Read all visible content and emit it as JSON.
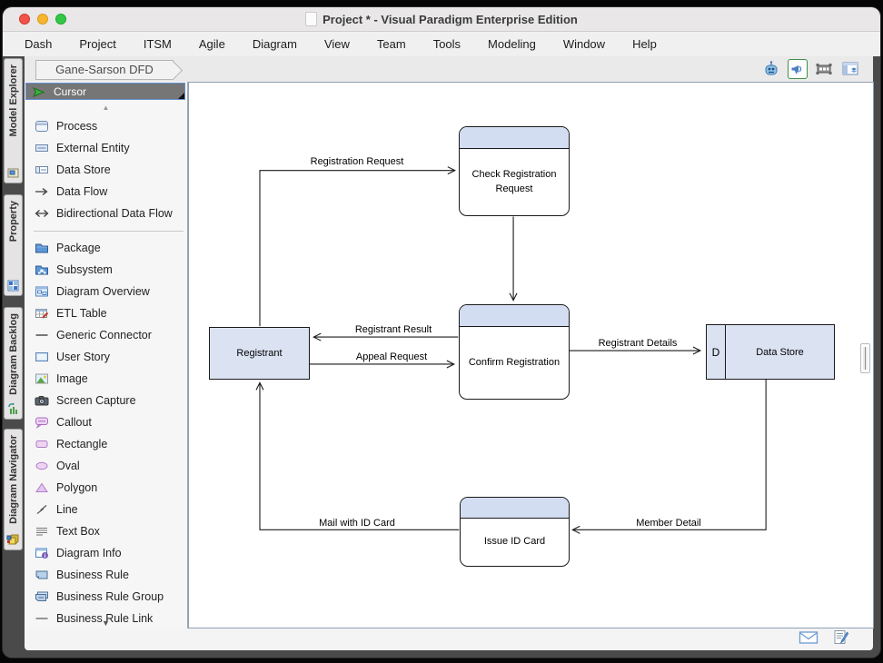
{
  "window": {
    "title": "Project * - Visual Paradigm Enterprise Edition"
  },
  "menu": {
    "items": [
      "Dash",
      "Project",
      "ITSM",
      "Agile",
      "Diagram",
      "View",
      "Team",
      "Tools",
      "Modeling",
      "Window",
      "Help"
    ]
  },
  "breadcrumb": {
    "diagram_name": "Gane-Sarson DFD"
  },
  "toolbar": {
    "icons": [
      "robot-assistant-icon",
      "announcement-icon",
      "presentation-frame-icon",
      "layout-panel-icon"
    ],
    "selected_icon": "announcement-icon"
  },
  "side_tabs": {
    "items": [
      {
        "label": "Model Explorer",
        "icon": "model-explorer-icon"
      },
      {
        "label": "Property",
        "icon": "property-grid-icon"
      },
      {
        "label": "Diagram Backlog",
        "icon": "diagram-backlog-icon"
      },
      {
        "label": "Diagram Navigator",
        "icon": "diagram-navigator-icon"
      }
    ]
  },
  "palette": {
    "cursor": {
      "label": "Cursor",
      "icon": "cursor-icon"
    },
    "items": [
      {
        "label": "Process",
        "icon": "process-icon"
      },
      {
        "label": "External Entity",
        "icon": "external-entity-icon"
      },
      {
        "label": "Data Store",
        "icon": "data-store-icon"
      },
      {
        "label": "Data Flow",
        "icon": "data-flow-icon"
      },
      {
        "label": "Bidirectional Data Flow",
        "icon": "bidirectional-data-flow-icon"
      },
      {
        "label": "Package",
        "icon": "package-icon"
      },
      {
        "label": "Subsystem",
        "icon": "subsystem-icon"
      },
      {
        "label": "Diagram Overview",
        "icon": "diagram-overview-icon"
      },
      {
        "label": "ETL Table",
        "icon": "etl-table-icon"
      },
      {
        "label": "Generic Connector",
        "icon": "generic-connector-icon"
      },
      {
        "label": "User Story",
        "icon": "user-story-icon"
      },
      {
        "label": "Image",
        "icon": "image-icon"
      },
      {
        "label": "Screen Capture",
        "icon": "screen-capture-icon"
      },
      {
        "label": "Callout",
        "icon": "callout-icon"
      },
      {
        "label": "Rectangle",
        "icon": "rectangle-icon"
      },
      {
        "label": "Oval",
        "icon": "oval-icon"
      },
      {
        "label": "Polygon",
        "icon": "polygon-icon"
      },
      {
        "label": "Line",
        "icon": "line-icon"
      },
      {
        "label": "Text Box",
        "icon": "text-box-icon"
      },
      {
        "label": "Diagram Info",
        "icon": "diagram-info-icon"
      },
      {
        "label": "Business Rule",
        "icon": "business-rule-icon"
      },
      {
        "label": "Business Rule Group",
        "icon": "business-rule-group-icon"
      },
      {
        "label": "Business Rule Link",
        "icon": "business-rule-link-icon"
      }
    ]
  },
  "diagram": {
    "nodes": {
      "check_registration": {
        "type": "process",
        "label": "Check Registration Request"
      },
      "confirm_registration": {
        "type": "process",
        "label": "Confirm Registration"
      },
      "issue_id_card": {
        "type": "process",
        "label": "Issue ID Card"
      },
      "registrant": {
        "type": "external-entity",
        "label": "Registrant"
      },
      "data_store": {
        "type": "data-store",
        "id_label": "D",
        "label": "Data Store"
      }
    },
    "flows": {
      "registration_request": "Registration Request",
      "registrant_result": "Registrant Result",
      "appeal_request": "Appeal Request",
      "registrant_details": "Registrant Details",
      "member_detail": "Member Detail",
      "mail_with_id_card": "Mail with ID Card"
    }
  },
  "colors": {
    "process_header": "#d3ddf1",
    "entity_fill": "#dbe3f3",
    "selection_border": "#5e8fd0",
    "announcement_selected_border": "#3f9045"
  },
  "statusbar": {
    "icons": [
      "mail-icon",
      "edit-note-icon"
    ]
  }
}
